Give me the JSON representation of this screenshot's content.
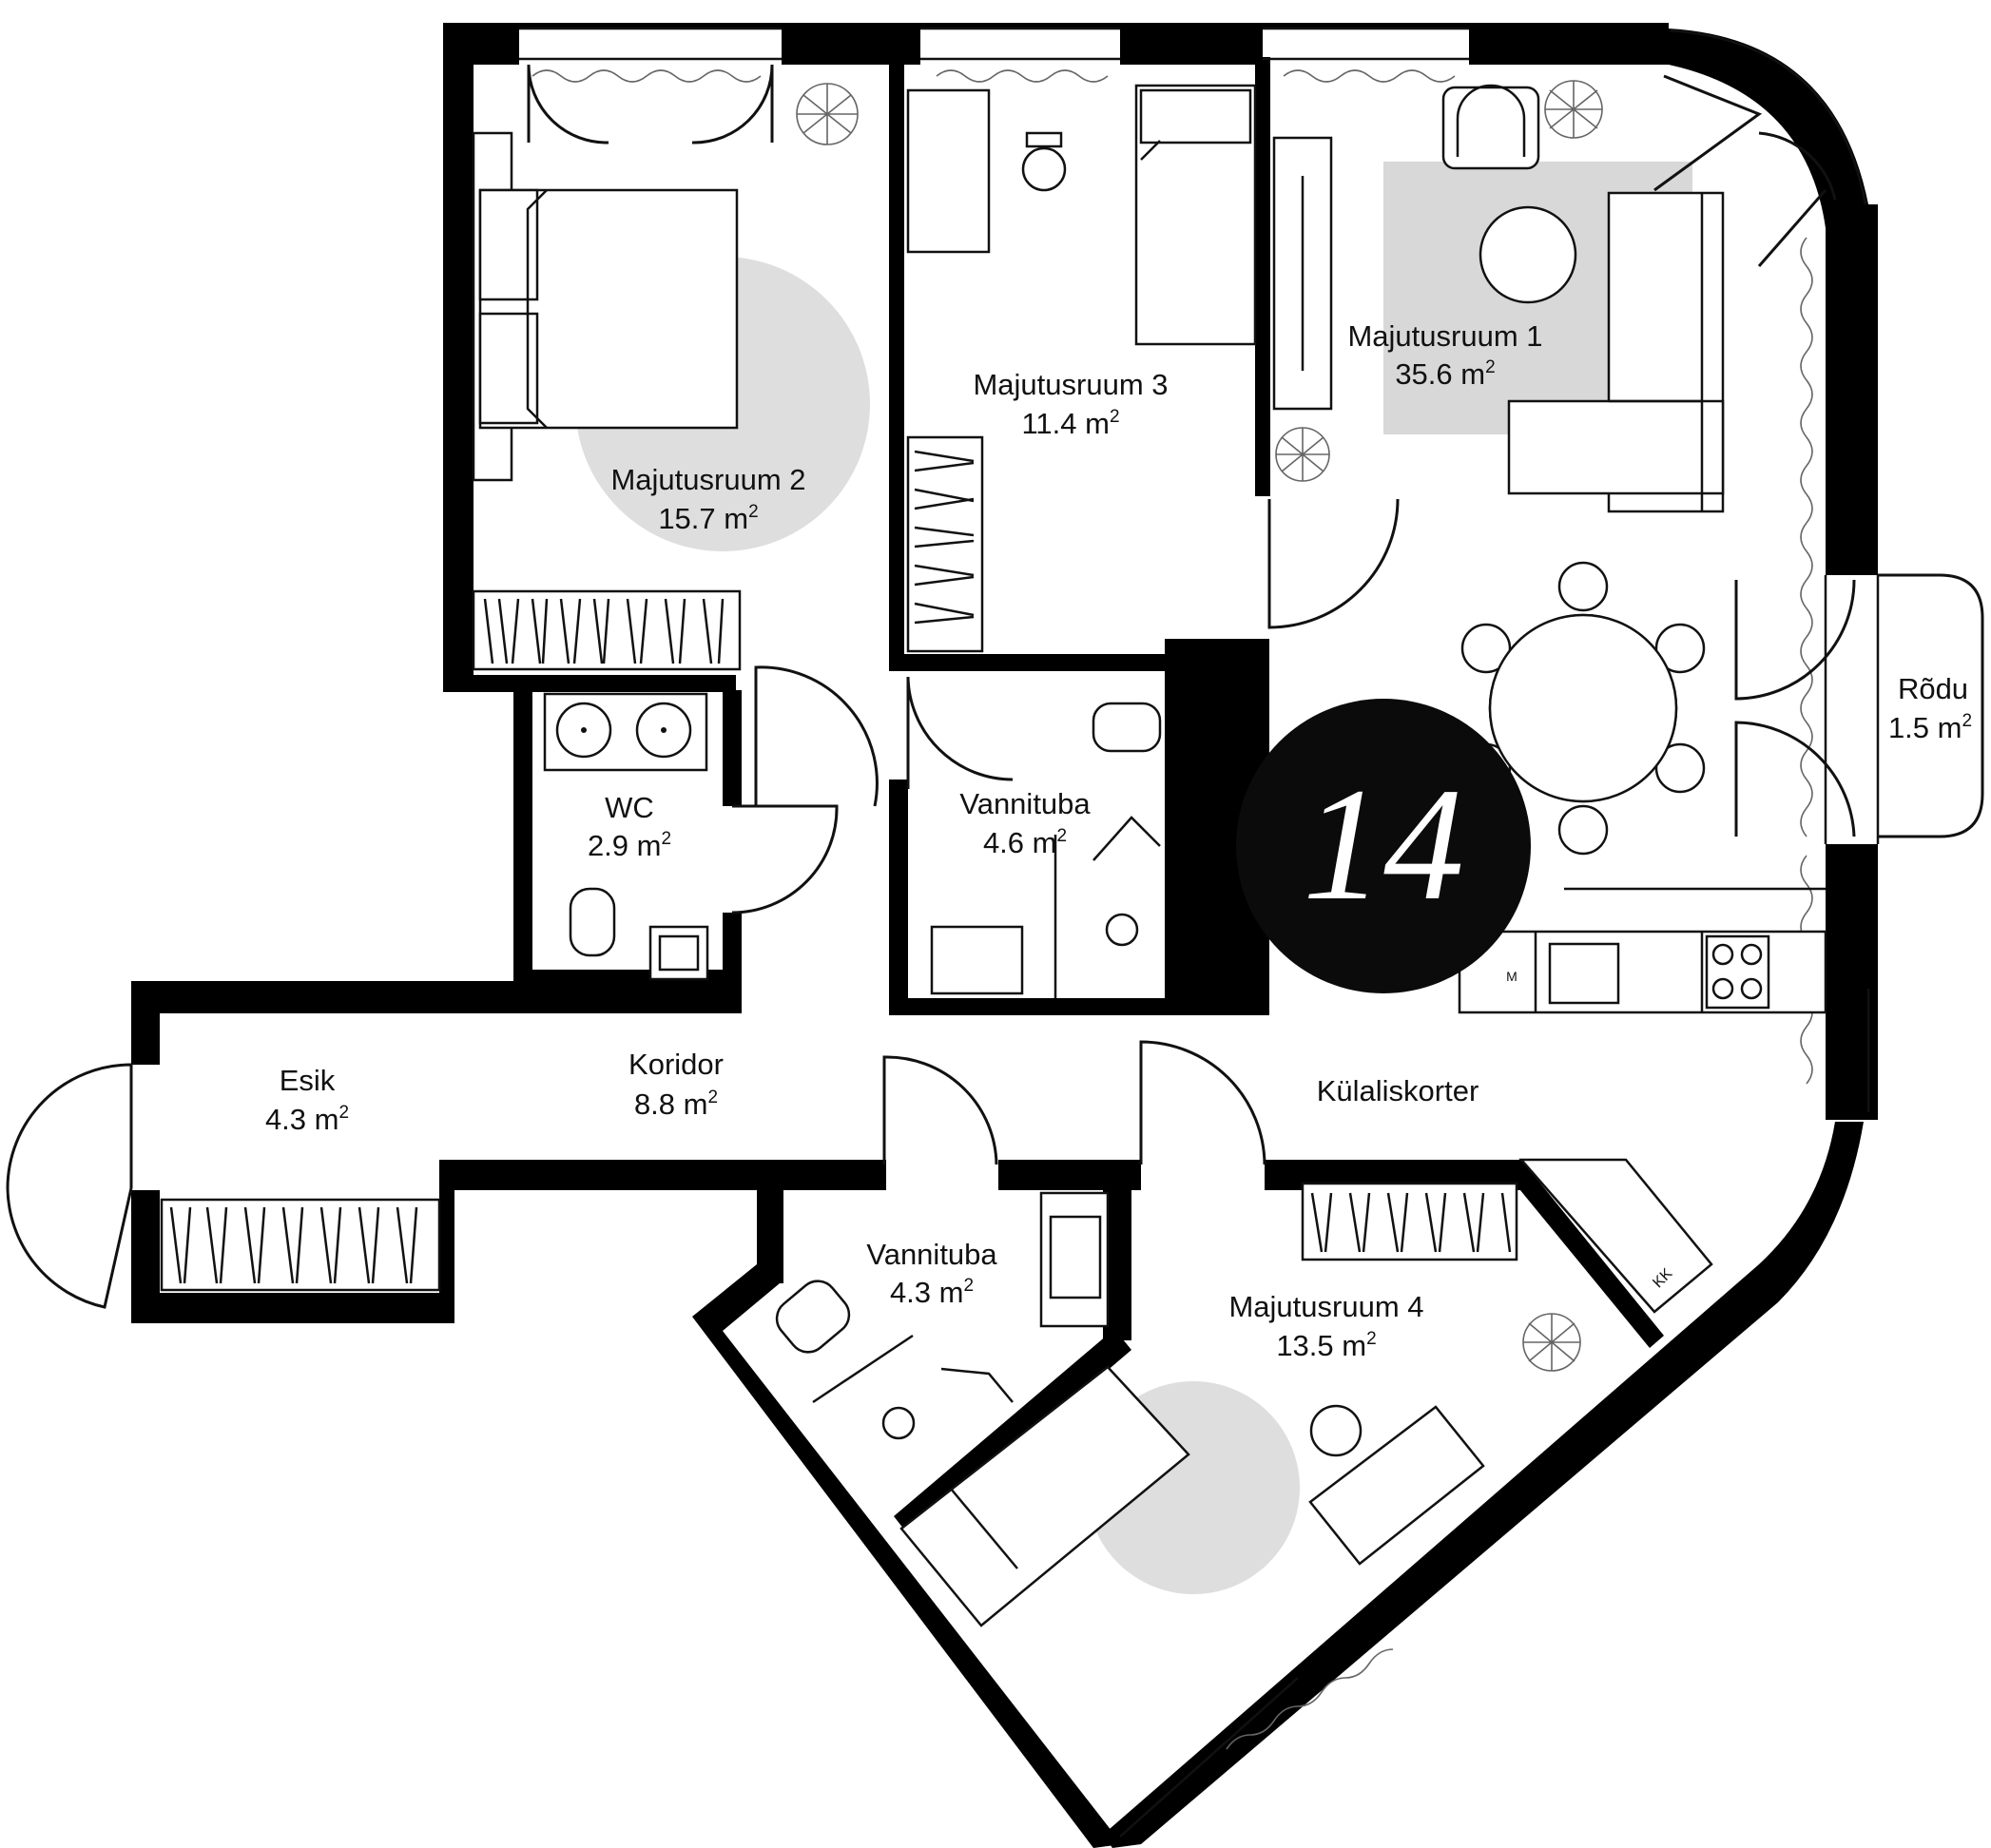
{
  "plan": {
    "unit_number": "14",
    "colors": {
      "wall": "#000000",
      "rug": "#d9d9d9",
      "background": "#ffffff",
      "marker": "#0b0b0b"
    },
    "rooms": [
      {
        "id": "majutusruum-1",
        "name": "Majutusruum 1",
        "area": "35.6 m",
        "sup": "2"
      },
      {
        "id": "majutusruum-2",
        "name": "Majutusruum 2",
        "area": "15.7 m",
        "sup": "2"
      },
      {
        "id": "majutusruum-3",
        "name": "Majutusruum 3",
        "area": "11.4 m",
        "sup": "2"
      },
      {
        "id": "majutusruum-4",
        "name": "Majutusruum 4",
        "area": "13.5 m",
        "sup": "2"
      },
      {
        "id": "wc",
        "name": "WC",
        "area": "2.9 m",
        "sup": "2"
      },
      {
        "id": "vannituba-1",
        "name": "Vannituba",
        "area": "4.6 m",
        "sup": "2"
      },
      {
        "id": "vannituba-2",
        "name": "Vannituba",
        "area": "4.3 m",
        "sup": "2"
      },
      {
        "id": "esik",
        "name": "Esik",
        "area": "4.3 m",
        "sup": "2"
      },
      {
        "id": "koridor",
        "name": "Koridor",
        "area": "8.8 m",
        "sup": "2"
      },
      {
        "id": "rodu",
        "name": "Rõdu",
        "area": "1.5 m",
        "sup": "2"
      }
    ],
    "extra_labels": {
      "kulaliskorter": "Külaliskorter",
      "kk": "KK",
      "m": "M"
    },
    "icons": [
      "plant-icon",
      "bed-icon",
      "chair-icon",
      "sofa-icon",
      "table-icon",
      "sink-icon",
      "toilet-icon",
      "shower-icon",
      "stove-icon",
      "wardrobe-icon",
      "door-swing-icon"
    ]
  }
}
